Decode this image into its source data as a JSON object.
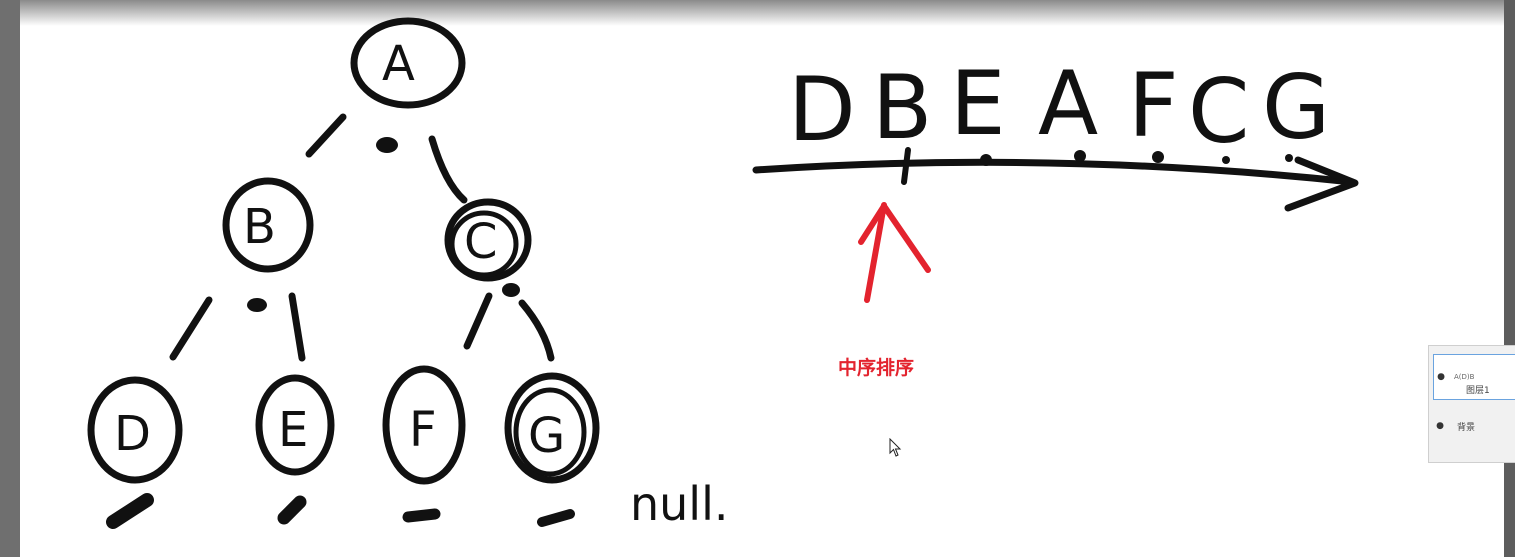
{
  "diagram": {
    "tree": {
      "nodes": [
        {
          "id": "A",
          "label": "A"
        },
        {
          "id": "B",
          "label": "B"
        },
        {
          "id": "C",
          "label": "C"
        },
        {
          "id": "D",
          "label": "D"
        },
        {
          "id": "E",
          "label": "E"
        },
        {
          "id": "F",
          "label": "F"
        },
        {
          "id": "G",
          "label": "G"
        }
      ],
      "edges": [
        [
          "A",
          "B"
        ],
        [
          "A",
          "C"
        ],
        [
          "B",
          "D"
        ],
        [
          "B",
          "E"
        ],
        [
          "C",
          "F"
        ],
        [
          "C",
          "G"
        ]
      ],
      "null_label": "null."
    },
    "sequence": {
      "letters": [
        "D",
        "B",
        "E",
        "A",
        "F",
        "C",
        "G"
      ]
    },
    "caption": "中序排序",
    "ink_color": "#111111",
    "accent_color": "#e3232e"
  },
  "layers_panel": {
    "layer_name": "图层1",
    "background_name": "背景",
    "thumb_text": "A(D)B"
  }
}
